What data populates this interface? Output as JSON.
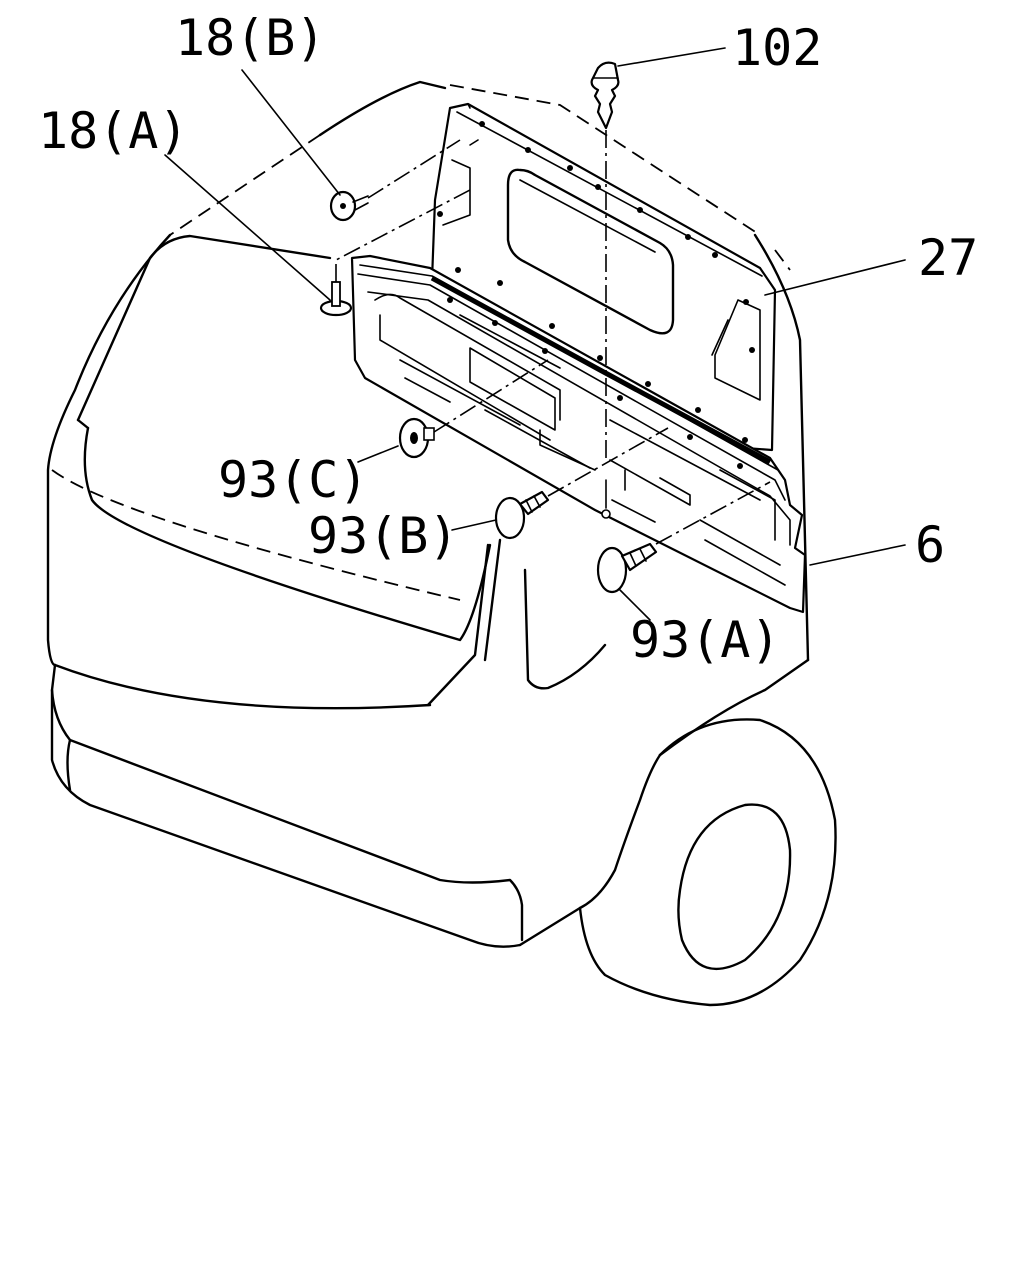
{
  "labels": {
    "part_18b": "18(B)",
    "part_18a": "18(A)",
    "part_102": "102",
    "part_27": "27",
    "part_93c": "93(C)",
    "part_93b": "93(B)",
    "part_6": "6",
    "part_93a": "93(A)"
  },
  "colors": {
    "line": "#000000",
    "background": "#ffffff"
  }
}
